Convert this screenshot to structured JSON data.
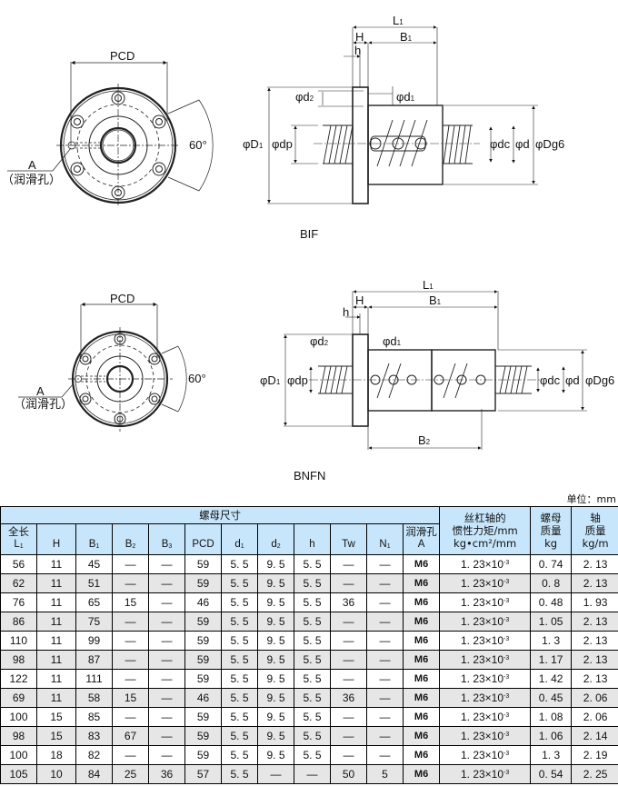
{
  "drawings": {
    "bif": {
      "caption": "BIF",
      "front_view": {
        "pcd_label": "PCD",
        "angle_label": "60°",
        "lube_hole_label": "A",
        "lube_hole_note": "（润滑孔）"
      },
      "side_view": {
        "l1": "L",
        "l1_sub": "1",
        "h_upper": "H",
        "b1": "B",
        "b1_sub": "1",
        "h_lower": "h",
        "d2": "φd",
        "d2_sub": "2",
        "d1": "φd",
        "d1_sub": "1",
        "D1": "φD",
        "D1_sub": "1",
        "dp": "φdp",
        "dc": "φdc",
        "d": "φd",
        "Dg6": "φDg6"
      }
    },
    "bnfn": {
      "caption": "BNFN",
      "front_view": {
        "pcd_label": "PCD",
        "angle_label": "60°",
        "lube_hole_label": "A",
        "lube_hole_note": "（润滑孔）"
      },
      "side_view": {
        "l1": "L",
        "l1_sub": "1",
        "h_upper": "H",
        "b1": "B",
        "b1_sub": "1",
        "h_lower": "h",
        "d2": "φd",
        "d2_sub": "2",
        "d1": "φd",
        "d1_sub": "1",
        "D1": "φD",
        "D1_sub": "1",
        "dp": "φdp",
        "dc": "φdc",
        "d": "φd",
        "Dg6": "φDg6",
        "b2": "B",
        "b2_sub": "2"
      }
    }
  },
  "table": {
    "unit_label": "单位：mm",
    "group_header": "螺母尺寸",
    "total_length_label": "全长",
    "lube_hole_label": "润滑孔",
    "inertia_header_line1": "丝杠轴的",
    "inertia_header_line2": "惯性力矩/mm",
    "inertia_unit": "kg•cm²/mm",
    "nut_mass_line1": "螺母",
    "nut_mass_line2": "质量",
    "nut_mass_unit": "kg",
    "shaft_mass_line1": "轴",
    "shaft_mass_line2": "质量",
    "shaft_mass_unit": "kg/m",
    "columns": [
      {
        "main": "L",
        "sub": "1"
      },
      {
        "main": "H",
        "sub": ""
      },
      {
        "main": "B",
        "sub": "1"
      },
      {
        "main": "B",
        "sub": "2"
      },
      {
        "main": "B",
        "sub": "3"
      },
      {
        "main": "PCD",
        "sub": ""
      },
      {
        "main": "d",
        "sub": "1"
      },
      {
        "main": "d",
        "sub": "2"
      },
      {
        "main": "h",
        "sub": ""
      },
      {
        "main": "Tw",
        "sub": ""
      },
      {
        "main": "N",
        "sub": "1"
      },
      {
        "main": "A",
        "sub": ""
      }
    ],
    "rows": [
      [
        "56",
        "11",
        "45",
        "—",
        "—",
        "59",
        "5. 5",
        "9. 5",
        "5. 5",
        "—",
        "—",
        "M6",
        "1. 23×10",
        "-3",
        "0. 74",
        "2. 13"
      ],
      [
        "62",
        "11",
        "51",
        "—",
        "—",
        "59",
        "5. 5",
        "9. 5",
        "5. 5",
        "—",
        "—",
        "M6",
        "1. 23×10",
        "-3",
        "0. 8",
        "2. 13"
      ],
      [
        "76",
        "11",
        "65",
        "15",
        "—",
        "46",
        "5. 5",
        "9. 5",
        "5. 5",
        "36",
        "—",
        "M6",
        "1. 23×10",
        "-3",
        "0. 48",
        "1. 93"
      ],
      [
        "86",
        "11",
        "75",
        "—",
        "—",
        "59",
        "5. 5",
        "9. 5",
        "5. 5",
        "—",
        "—",
        "M6",
        "1. 23×10",
        "-3",
        "1. 05",
        "2. 13"
      ],
      [
        "110",
        "11",
        "99",
        "—",
        "—",
        "59",
        "5. 5",
        "9. 5",
        "5. 5",
        "—",
        "—",
        "M6",
        "1. 23×10",
        "-3",
        "1. 3",
        "2. 13"
      ],
      [
        "98",
        "11",
        "87",
        "—",
        "—",
        "59",
        "5. 5",
        "9. 5",
        "5. 5",
        "—",
        "—",
        "M6",
        "1. 23×10",
        "-3",
        "1. 17",
        "2. 13"
      ],
      [
        "122",
        "11",
        "111",
        "—",
        "—",
        "59",
        "5. 5",
        "9. 5",
        "5. 5",
        "—",
        "—",
        "M6",
        "1. 23×10",
        "-3",
        "1. 42",
        "2. 13"
      ],
      [
        "69",
        "11",
        "58",
        "15",
        "—",
        "46",
        "5. 5",
        "9. 5",
        "5. 5",
        "36",
        "—",
        "M6",
        "1. 23×10",
        "-3",
        "0. 45",
        "2. 06"
      ],
      [
        "100",
        "15",
        "85",
        "—",
        "—",
        "59",
        "5. 5",
        "9. 5",
        "5. 5",
        "—",
        "—",
        "M6",
        "1. 23×10",
        "-3",
        "1. 08",
        "2. 06"
      ],
      [
        "98",
        "15",
        "83",
        "67",
        "—",
        "59",
        "5. 5",
        "9. 5",
        "5. 5",
        "—",
        "—",
        "M6",
        "1. 23×10",
        "-3",
        "1. 06",
        "2. 14"
      ],
      [
        "100",
        "18",
        "82",
        "—",
        "—",
        "59",
        "5. 5",
        "9. 5",
        "5. 5",
        "—",
        "—",
        "M6",
        "1. 23×10",
        "-3",
        "1. 3",
        "2. 19"
      ],
      [
        "105",
        "10",
        "84",
        "25",
        "36",
        "57",
        "5. 5",
        "—",
        "—",
        "50",
        "5",
        "M6",
        "1. 23×10",
        "-3",
        "0. 54",
        "2. 25"
      ]
    ]
  }
}
